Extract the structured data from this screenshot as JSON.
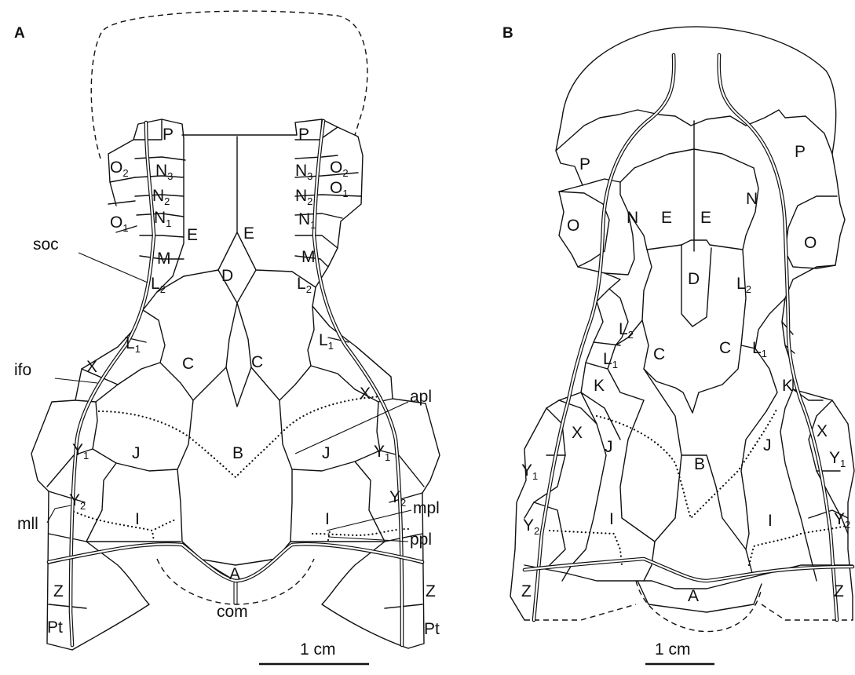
{
  "panels": {
    "a": "A",
    "b": "B"
  },
  "panel_a": {
    "plates": [
      "P",
      "O2",
      "N3",
      "O1",
      "N2",
      "N1",
      "O1",
      "E",
      "E",
      "D",
      "M",
      "L2",
      "C",
      "C",
      "L1",
      "X",
      "J",
      "B",
      "Y1",
      "Y2",
      "I",
      "A",
      "Z",
      "Pt"
    ],
    "annotations": [
      "soc",
      "ifo",
      "apl",
      "mll",
      "mpl",
      "ppl",
      "com"
    ],
    "scale": "1 cm"
  },
  "panel_b": {
    "plates": [
      "P",
      "O",
      "N",
      "E",
      "D",
      "L2",
      "C",
      "L1",
      "K",
      "X",
      "J",
      "B",
      "Y1",
      "Y2",
      "I",
      "A",
      "Z"
    ],
    "scale": "1 cm"
  }
}
